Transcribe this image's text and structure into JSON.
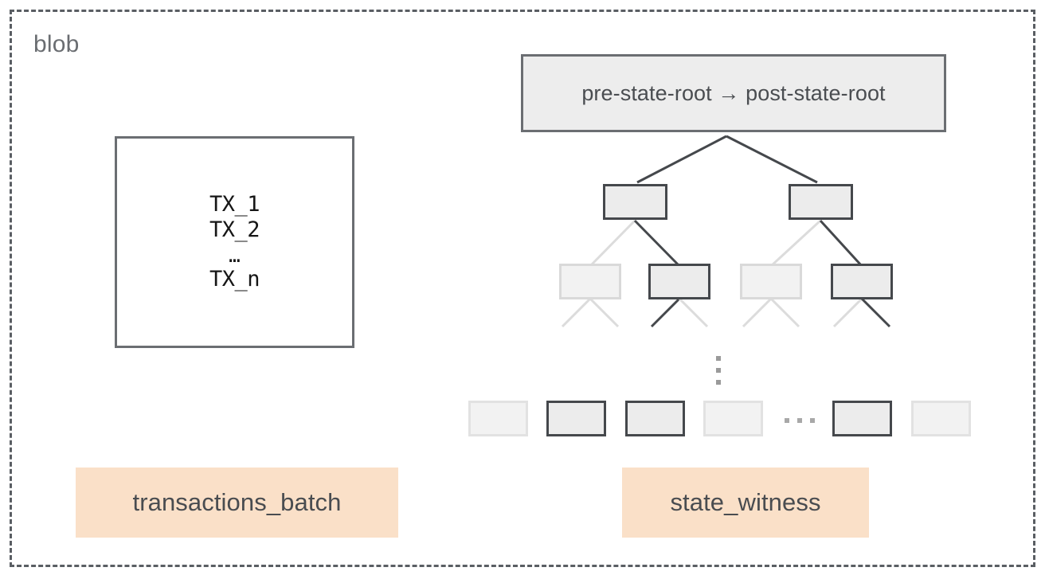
{
  "diagram": {
    "container_label": "blob",
    "border_color": "#5a5e63"
  },
  "transactions_box": {
    "lines": [
      "TX_1",
      "TX_2"
    ],
    "ellipsis": "…",
    "last_line": "TX_n",
    "border_color": "#6b6e72",
    "fill_color": "#ffffff"
  },
  "state_root_box": {
    "text": "pre-state-root → post-state-root",
    "fill_color": "#ededed",
    "border_color": "#6b6e72",
    "text_color": "#4a4d51"
  },
  "merkle_tree": {
    "level1_nodes": [
      {
        "id": "L1-A",
        "style": "dark"
      },
      {
        "id": "L1-B",
        "style": "dark"
      }
    ],
    "level2_nodes": [
      {
        "id": "L2-A",
        "style": "faded"
      },
      {
        "id": "L2-B",
        "style": "dark"
      },
      {
        "id": "L2-C",
        "style": "faded"
      },
      {
        "id": "L2-D",
        "style": "dark"
      }
    ],
    "leaf_nodes": [
      {
        "id": "leaf-1",
        "style": "faded"
      },
      {
        "id": "leaf-2",
        "style": "dark"
      },
      {
        "id": "leaf-3",
        "style": "dark"
      },
      {
        "id": "leaf-4",
        "style": "faded"
      },
      {
        "id": "leaf-5",
        "style": "dark"
      },
      {
        "id": "leaf-6",
        "style": "faded"
      }
    ],
    "vertical_ellipsis_dots": 3,
    "horizontal_ellipsis_dots": 3,
    "edge_color_active": "#45484c",
    "edge_color_inactive": "#dcdcdc"
  },
  "captions": {
    "transactions": "transactions_batch",
    "state_witness": "state_witness",
    "background_color": "#fae0c8",
    "text_color": "#494c50"
  }
}
